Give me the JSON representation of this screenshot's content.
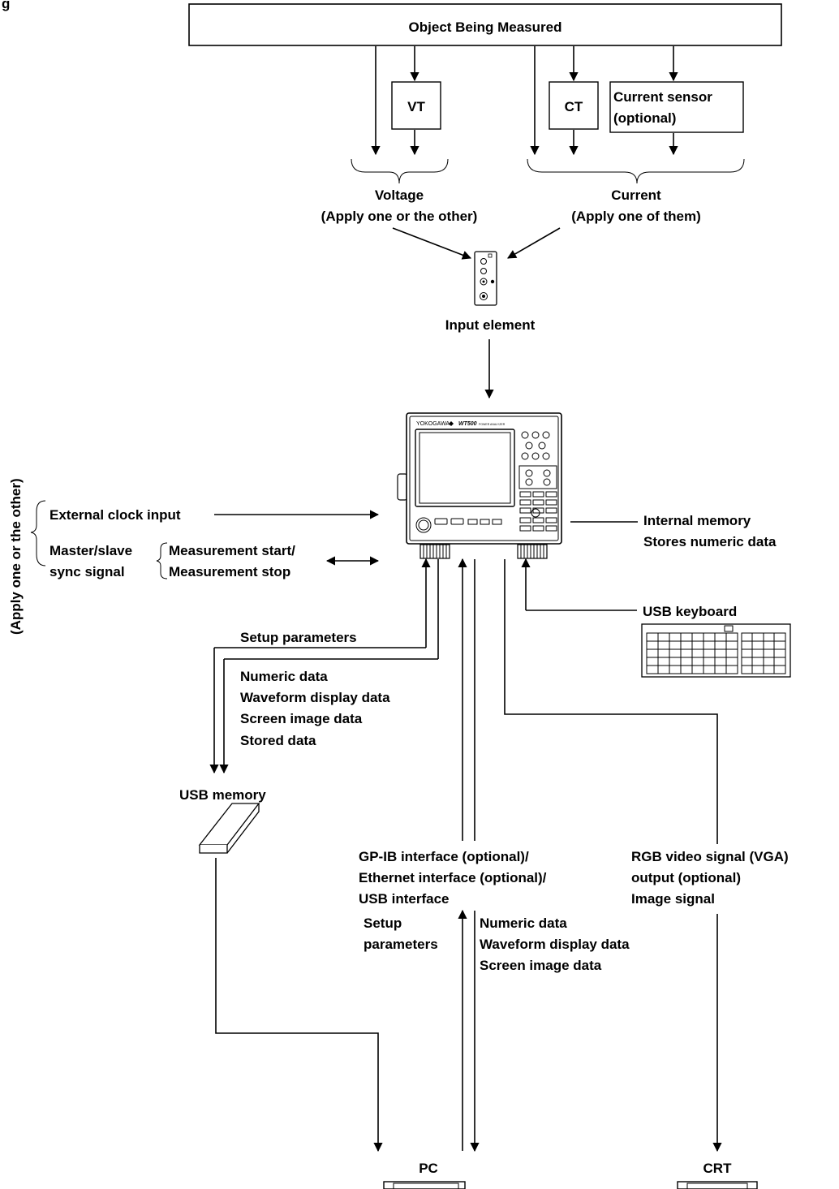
{
  "header_fragment": "g",
  "nodes": {
    "object": "Object Being Measured",
    "vt": "VT",
    "ct": "CT",
    "current_sensor": [
      "Current sensor",
      "(optional)"
    ],
    "voltage": [
      "Voltage",
      "(Apply one or the other)"
    ],
    "current": [
      "Current",
      "(Apply one of them)"
    ],
    "input_element": "Input element",
    "internal_memory": [
      "Internal memory",
      "Stores numeric data"
    ],
    "usb_keyboard": "USB keyboard",
    "usb_memory": "USB memory",
    "pc": "PC",
    "crt": "CRT"
  },
  "device": {
    "brand": "YOKOGAWA",
    "model": "WT500",
    "subtitle": "POWER ANALYZER"
  },
  "side": {
    "vertical_note": "(Apply one or the other)",
    "external_clock": "External clock input",
    "master_slave": [
      "Master/slave",
      "sync signal"
    ],
    "measurement": [
      "Measurement start/",
      "Measurement stop"
    ]
  },
  "usb_memory_flow": {
    "setup": "Setup parameters",
    "data": [
      "Numeric data",
      "Waveform display data",
      "Screen image data",
      "Stored data"
    ]
  },
  "interface": {
    "name": [
      "GP-IB interface (optional)/",
      "Ethernet interface (optional)/",
      "USB interface"
    ],
    "setup": [
      "Setup",
      "parameters"
    ],
    "data": [
      "Numeric data",
      "Waveform display data",
      "Screen image data"
    ]
  },
  "video": [
    "RGB video signal (VGA)",
    "output (optional)",
    "Image signal"
  ]
}
